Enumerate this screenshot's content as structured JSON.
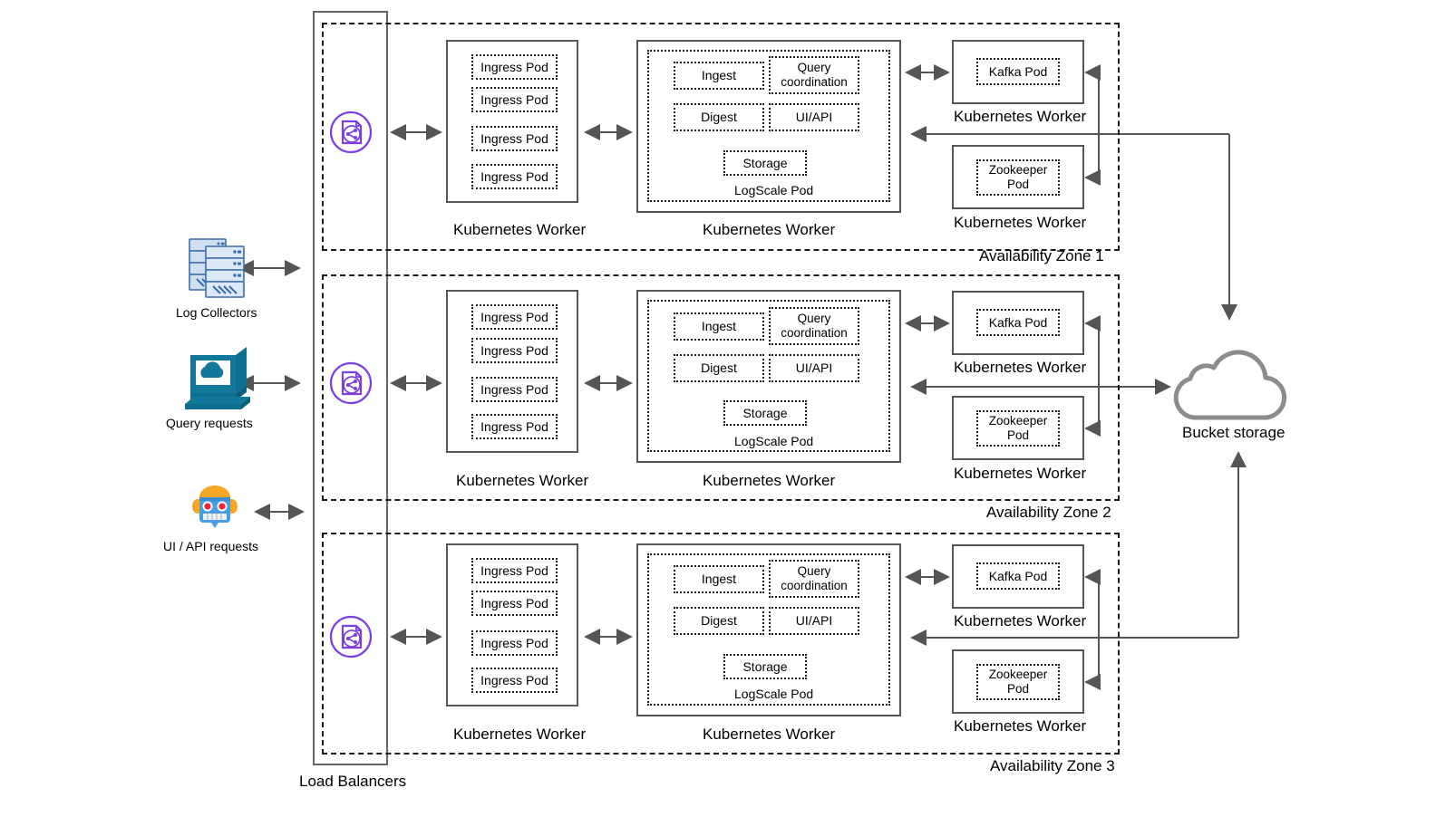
{
  "diagram": {
    "title": "LogScale Kubernetes multi-availability-zone architecture",
    "colors": {
      "arrow": "#555555",
      "zone_border": "#1a1a1a",
      "worker_border": "#555555",
      "load_balancer_purple": "#7B3FE4",
      "bucket_cloud": "#8c8c8c",
      "server_blue": "#4a7ebb",
      "monitor_teal": "#0f7391",
      "robot_blue": "#4a9de0"
    }
  },
  "sources": {
    "items": [
      {
        "label": "Log Collectors",
        "icon": "server-stack-icon"
      },
      {
        "label": "Query requests",
        "icon": "monitor-cloud-icon"
      },
      {
        "label": "UI / API requests",
        "icon": "robot-icon"
      }
    ]
  },
  "load_balancers": {
    "label": "Load Balancers",
    "icon": "load-balancer-icon"
  },
  "bucket_storage": {
    "label": "Bucket storage",
    "icon": "cloud-icon"
  },
  "worker_label": "Kubernetes Worker",
  "ingress": {
    "pod_label": "Ingress Pod",
    "count": 4
  },
  "logscale": {
    "pod_label": "LogScale Pod",
    "components": [
      "Ingest",
      "Query coordination",
      "Digest",
      "UI/API",
      "Storage"
    ]
  },
  "kafka": {
    "pod_label": "Kafka Pod"
  },
  "zookeeper": {
    "pod_label": "Zookeeper Pod"
  },
  "zones": [
    {
      "label": "Availability Zone 1"
    },
    {
      "label": "Availability Zone 2"
    },
    {
      "label": "Availability Zone 3"
    }
  ]
}
